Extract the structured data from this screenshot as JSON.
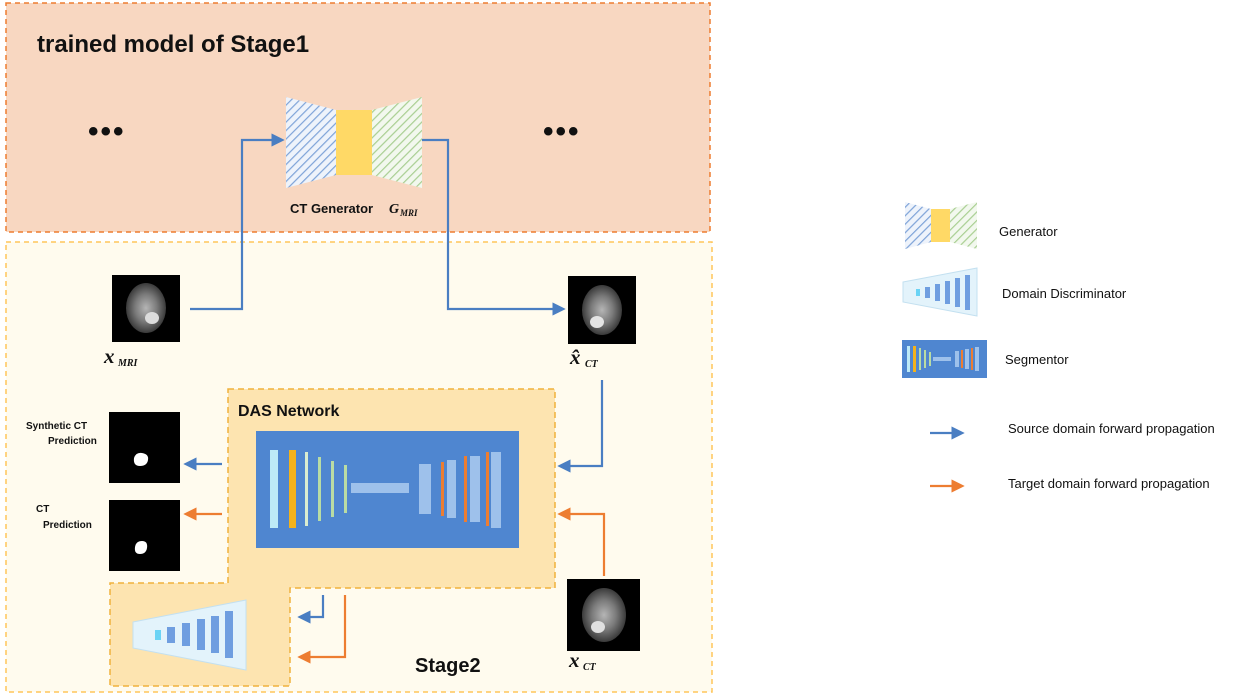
{
  "stage1": {
    "title": "trained model  of Stage1",
    "ellipsis_left": "•••",
    "ellipsis_right": "•••",
    "generator_label": "CT Generator",
    "generator_symbol": "G",
    "generator_sub": "MRI"
  },
  "stage2": {
    "title": "Stage2",
    "das_title": "DAS Network",
    "x_mri": {
      "main": "x",
      "sub": "MRI"
    },
    "x_hat_ct": {
      "main": "x̂",
      "sub": "CT"
    },
    "x_ct": {
      "main": "x",
      "sub": "CT"
    },
    "synthetic_pred_line1": "Synthetic CT",
    "synthetic_pred_line2": "Prediction",
    "ct_pred_line1": "CT",
    "ct_pred_line2": "Prediction"
  },
  "legend": {
    "generator": "Generator",
    "discriminator": "Domain Discriminator",
    "segmentor": "Segmentor",
    "source": "Source domain forward propagation",
    "target": "Target domain forward propagation"
  },
  "colors": {
    "stage1_bg": "#f8d7c1",
    "stage1_border": "#ee7d31",
    "stage2_bg": "#fffbee",
    "stage2_border": "#ffc65a",
    "das_bg": "#fde4b0",
    "das_border": "#f0b13c",
    "segmentor_bg": "#4f86d0",
    "source_arrow": "#4a7ec2",
    "target_arrow": "#ed7d31",
    "gen_blue": "#9ab7e0",
    "gen_yellow": "#ffd966",
    "gen_green": "#b8d7a3"
  }
}
